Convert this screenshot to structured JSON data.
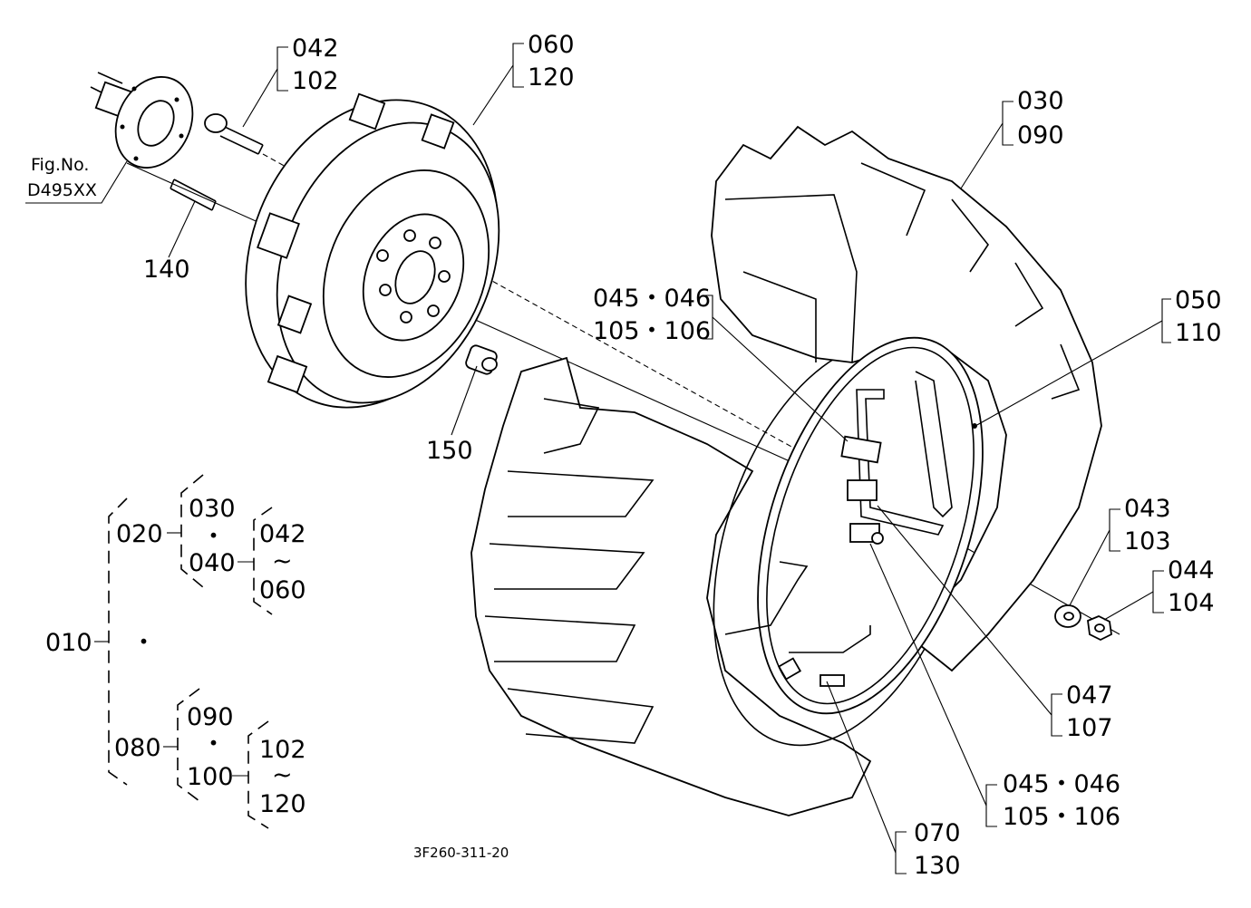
{
  "figure": {
    "fig_ref_label": "Fig.No.",
    "fig_ref_value": "D495XX",
    "drawing_number": "3F260-311-20"
  },
  "callouts": {
    "c042_102": [
      "042",
      "102"
    ],
    "c060_120": [
      "060",
      "120"
    ],
    "c030_090": [
      "030",
      "090"
    ],
    "c140": "140",
    "c150": "150",
    "c045_046_a": [
      "045・046",
      "105・106"
    ],
    "c050_110": [
      "050",
      "110"
    ],
    "c043_103": [
      "043",
      "103"
    ],
    "c044_104": [
      "044",
      "104"
    ],
    "c047_107": [
      "047",
      "107"
    ],
    "c045_046_b": [
      "045・046",
      "105・106"
    ],
    "c070_130": [
      "070",
      "130"
    ]
  },
  "assembly_tree": {
    "root": "010",
    "root_separator": "・",
    "upper_group": {
      "code": "020",
      "items": [
        "030",
        "・",
        "040"
      ],
      "sub_range": [
        "042",
        "~",
        "060"
      ]
    },
    "lower_group": {
      "code": "080",
      "items": [
        "090",
        "・",
        "100"
      ],
      "sub_range": [
        "102",
        "~",
        "120"
      ]
    }
  }
}
